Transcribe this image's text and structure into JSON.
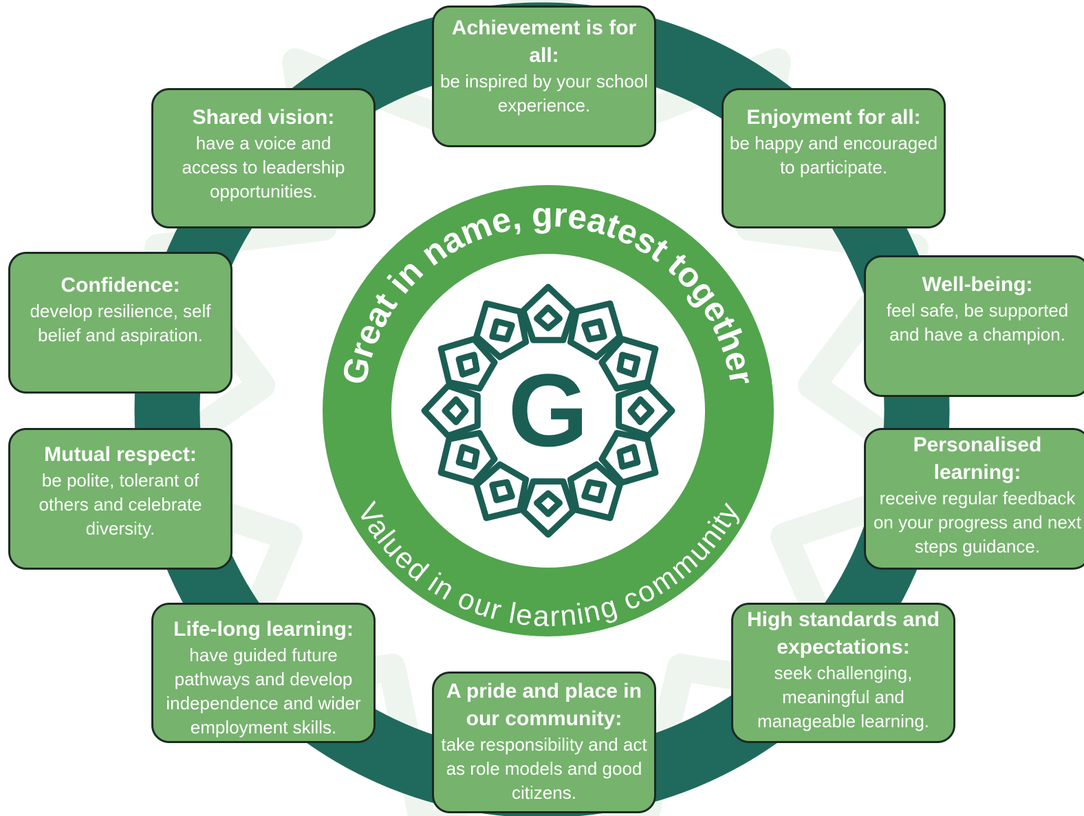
{
  "center": {
    "motto_top": "Great in name, greatest together",
    "motto_bottom": "Valued in our learning community",
    "logo_letter": "G",
    "logo_name": "star-emblem-icon"
  },
  "colors": {
    "ring": "#1f6a5c",
    "box_fill": "#76b36d",
    "box_border": "#1c2a22",
    "center_green": "#52a44d",
    "emblem": "#1b5e54",
    "watermark": "#eef5ee"
  },
  "values": [
    {
      "id": "achievement",
      "title": "Achievement is for all:",
      "text": "be inspired by your school experience."
    },
    {
      "id": "enjoyment",
      "title": "Enjoyment for all:",
      "text": "be happy and encouraged to participate."
    },
    {
      "id": "well-being",
      "title": "Well-being:",
      "text": "feel safe, be supported and have a champion."
    },
    {
      "id": "personalised",
      "title": "Personalised learning:",
      "text": "receive regular feedback on your progress and next steps guidance."
    },
    {
      "id": "high-standards",
      "title": "High standards and expectations:",
      "text": "seek challenging, meaningful and manageable learning."
    },
    {
      "id": "pride",
      "title": "A pride and place in our community:",
      "text": "take responsibility and act as role models and good citizens."
    },
    {
      "id": "life-long",
      "title": "Life-long learning:",
      "text": "have guided future pathways and develop independence and wider employment skills."
    },
    {
      "id": "mutual-respect",
      "title": "Mutual respect:",
      "text": "be polite, tolerant of others and celebrate diversity."
    },
    {
      "id": "confidence",
      "title": "Confidence:",
      "text": "develop resilience, self belief and aspiration."
    },
    {
      "id": "shared-vision",
      "title": "Shared vision:",
      "text": "have a voice and access to leadership opportunities."
    }
  ]
}
